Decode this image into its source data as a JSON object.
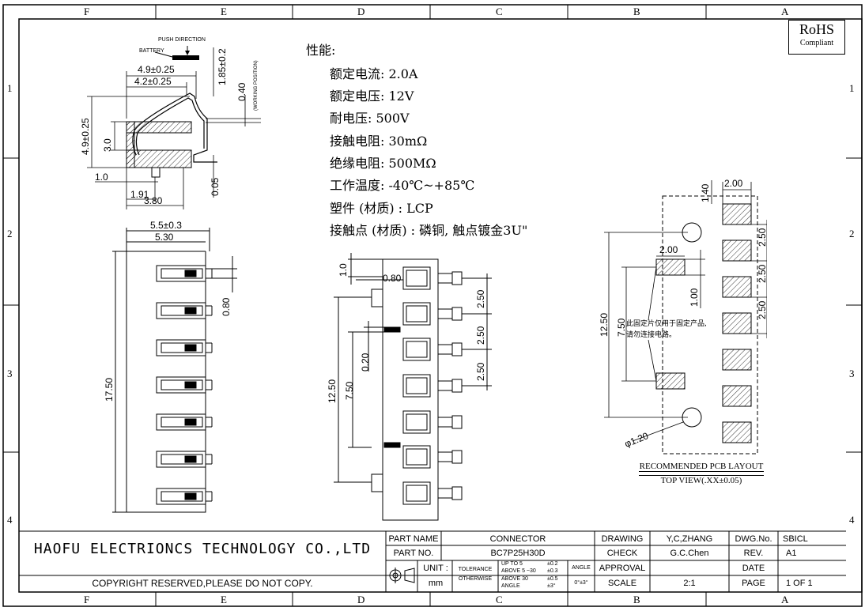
{
  "frame": {
    "top_zones": [
      "F",
      "E",
      "D",
      "C",
      "B",
      "A"
    ],
    "bottom_zones": [
      "F",
      "E",
      "D",
      "C",
      "B",
      "A"
    ],
    "left_zones": [
      "1",
      "2",
      "3",
      "4"
    ],
    "right_zones": [
      "1",
      "2",
      "3",
      "4"
    ]
  },
  "rohs": {
    "title": "RoHS",
    "subtitle": "Compliant"
  },
  "specs": {
    "heading": "性能:",
    "lines": [
      "额定电流: 2.0A",
      "额定电压: 12V",
      "耐电压: 500V",
      "接触电阻: 30mΩ",
      "绝缘电阻: 500MΩ",
      "工作温度: -40℃~+85℃",
      "塑件 (材质) : LCP",
      "接触点 (材质) : 磷铜, 触点镀金3U\""
    ]
  },
  "side_view": {
    "push_direction": "PUSH DIRECTION",
    "battery": "BATTERY",
    "working_position": "(WORKING POSITION)",
    "dims": [
      "4.9±0.25",
      "4.2±0.25",
      "1.85±0.2",
      "0.40",
      "4.9±0.25",
      "3.0",
      "1.0",
      "1.91",
      "3.80",
      "0.05"
    ]
  },
  "front_view": {
    "dims": [
      "5.5±0.3",
      "5.30",
      "0.80",
      "17.50"
    ]
  },
  "top_view": {
    "dims": [
      "1.0",
      "0.80",
      "2.50",
      "2.50",
      "2.50",
      "0.20",
      "7.50",
      "12.50"
    ]
  },
  "pcb_layout": {
    "dims": [
      "1.40",
      "2.00",
      "2.00",
      "2.50",
      "2.50",
      "2.50",
      "1.00",
      "12.50",
      "7.50",
      "φ1.20"
    ],
    "note_line1": "此固定片仅用于固定产品,",
    "note_line2": "请勿连接电路。",
    "title": "RECOMMENDED PCB LAYOUT",
    "subtitle": "TOP VIEW(.XX±0.05)"
  },
  "title_block": {
    "company": "HAOFU ELECTRIONCS TECHNOLOGY CO.,LTD",
    "copyright": "COPYRIGHT RESERVED,PLEASE DO NOT COPY.",
    "part_name_label": "PART NAME",
    "part_name": "CONNECTOR",
    "part_no_label": "PART NO.",
    "part_no": "BC7P25H30D",
    "unit_label": "UNIT :",
    "unit": "mm",
    "tolerance_label": "TOLERANCE",
    "otherwise_label": "OTHERWISE",
    "tol_rows": [
      [
        "UP TO 5",
        "±0.2"
      ],
      [
        "ABOVE 5 ~30",
        "±0.3"
      ],
      [
        "ABOVE 30",
        "±0.5"
      ],
      [
        "ANGLE",
        "±3°"
      ]
    ],
    "angle_label": "ANGLE",
    "angle_value": "0°±3°",
    "drawing_label": "DRAWING",
    "drawing": "Y,C,ZHANG",
    "check_label": "CHECK",
    "check": "G.C.Chen",
    "approval_label": "APPROVAL",
    "scale_label": "SCALE",
    "scale": "2:1",
    "dwg_no_label": "DWG.No.",
    "dwg_no": "SBICL",
    "rev_label": "REV.",
    "rev": "A1",
    "date_label": "DATE",
    "date": "",
    "page_label": "PAGE",
    "page": "1 OF 1"
  }
}
